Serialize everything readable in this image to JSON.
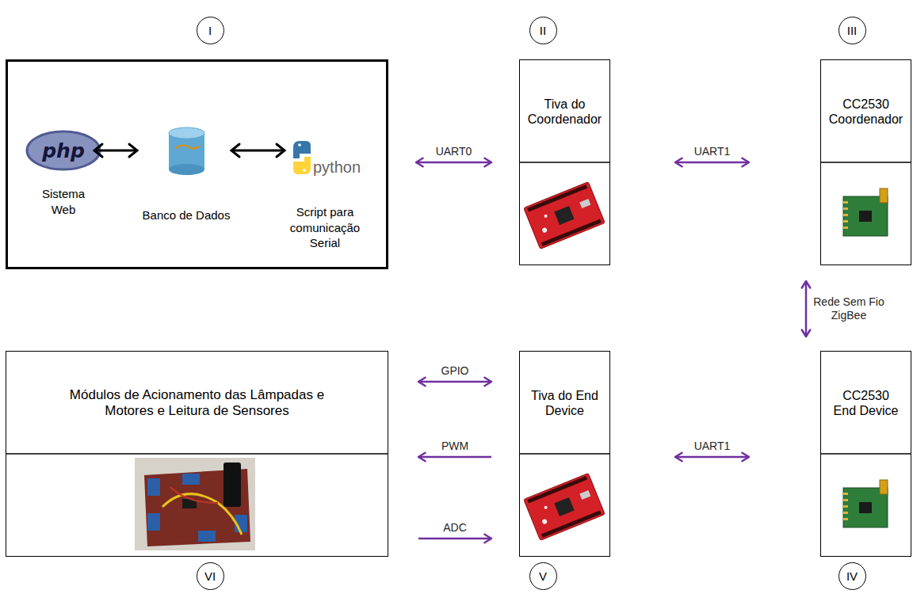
{
  "diagram": {
    "nodes": [
      {
        "text": [
          "I"
        ]
      },
      {
        "text": [
          "II"
        ]
      },
      {
        "text": [
          "III"
        ]
      },
      {
        "text": [
          "Sistema Web",
          "Banco de Dados",
          "Script para comunicação Serial"
        ]
      },
      {
        "text": [
          "Tiva do Coordenador"
        ]
      },
      {
        "text": [
          "CC2530 Coordenador"
        ]
      },
      {
        "text": [
          "Módulos de Acionamento das Lâmpadas e Motores e Leitura de Sensores"
        ]
      },
      {
        "text": [
          "Tiva do End Device"
        ]
      },
      {
        "text": [
          "CC2530 End Device"
        ]
      },
      {
        "text": [
          "VI"
        ]
      },
      {
        "text": [
          "V"
        ]
      },
      {
        "text": [
          "IV"
        ]
      }
    ],
    "edges": [
      {
        "from": 3,
        "to": 4,
        "label": "UART0",
        "arrow": "both"
      },
      {
        "from": 4,
        "to": 5,
        "label": "UART1",
        "arrow": "both"
      },
      {
        "from": 5,
        "to": 8,
        "label": "Rede Sem Fio ZigBee",
        "arrow": "both"
      },
      {
        "from": 7,
        "to": 6,
        "label": "GPIO",
        "arrow": "both"
      },
      {
        "from": 7,
        "to": 6,
        "label": "PWM",
        "arrow": "to"
      },
      {
        "from": 6,
        "to": 7,
        "label": "ADC",
        "arrow": "to"
      },
      {
        "from": 8,
        "to": 7,
        "label": "UART1",
        "arrow": "both"
      }
    ],
    "labels": [
      "php",
      "python"
    ]
  }
}
